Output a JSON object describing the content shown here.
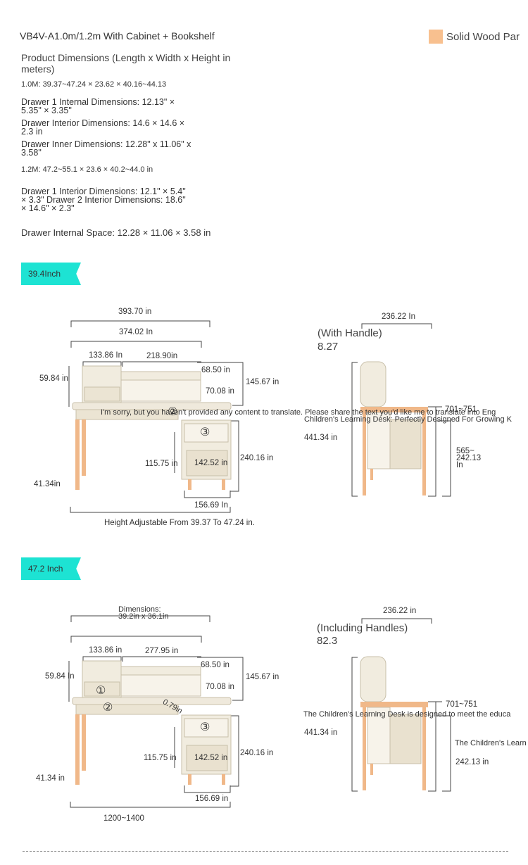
{
  "header": {
    "title": "VB4V-A1.0m/1.2m With Cabinet + Bookshelf",
    "material_label": "Solid Wood Par",
    "material_color": "#f8c08f"
  },
  "specs": {
    "heading": "Product Dimensions (Length x Width x Height in meters)",
    "line_10m": "1.0M: 39.37~47.24 × 23.62 × 40.16~44.13",
    "drawer1": "Drawer 1 Internal Dimensions: 12.13\" × 5.35\" × 3.35\"",
    "drawer_interior": "Drawer Interior Dimensions: 14.6 × 14.6 × 2.3 in",
    "drawer_inner": "Drawer Inner Dimensions: 12.28\" x 11.06\" x 3.58\"",
    "line_12m": "1.2M: 47.2~55.1 × 23.6 × 40.2~44.0 in",
    "drawer1_interior": "Drawer 1 Interior Dimensions: 12.1\" × 5.4\" × 3.3\" Drawer 2 Interior Dimensions: 18.6\" × 14.6\" × 2.3\"",
    "drawer_internal_space": "Drawer Internal Space: 12.28 × 11.06 × 3.58 in"
  },
  "section1": {
    "badge": "39.4Inch",
    "badge_color": "#1de3d3",
    "dim_total_width": "393.70 in",
    "dim_desk_width": "374.02 In",
    "dim_shelf_left": "133.86 In",
    "dim_shelf_right": "218.90in",
    "dim_shelf_h": "59.84 in",
    "dim_68": "68.50 in",
    "dim_70": "70.08 in",
    "dim_145": "145.67 in",
    "marker2": "②",
    "marker3": "③",
    "overflow1": "I'm sorry, but you haven't provided any content to translate. Please share the text you'd like me to translate into Eng",
    "overflow2": "Children's Learning Desk: Perfectly Designed For Growing K",
    "dim_115": "115.75 in",
    "dim_142": "142.52 in",
    "dim_240": "240.16 in",
    "dim_leg": "41.34in",
    "dim_156": "156.69 In",
    "caption": "Height Adjustable From 39.37 To 47.24 in.",
    "side_depth": "236.22 In",
    "side_handle_label": "(With Handle)",
    "side_handle_value": "8.27",
    "side_701": "701~751",
    "side_441": "441.34 in",
    "side_565": "565~ 242.13 In"
  },
  "section2": {
    "badge": "47.2 Inch",
    "dim_total_width": "Dimensions: 39.2in x 36.1in",
    "dim_shelf_left": "133.86 in",
    "dim_shelf_right": "277.95 in",
    "dim_shelf_h": "59.84 In",
    "dim_68": "68.50 in",
    "dim_70": "70.08 in",
    "dim_145": "145.67 in",
    "marker1": "①",
    "marker2": "②",
    "marker3": "③",
    "dim_079": "0.79in",
    "overflow1": "The Children's Learning Desk is designed to meet the educa",
    "overflow2": "The Children's Learn",
    "dim_115": "115.75 in",
    "dim_142": "142.52 in",
    "dim_240": "240.16 in",
    "dim_leg": "41.34 in",
    "dim_156": "156.69 in",
    "caption": "1200~1400",
    "side_depth": "236.22 in",
    "side_handle_label": "(Including Handles)",
    "side_handle_value": "82.3",
    "side_701": "701~751",
    "side_441": "441.34 in",
    "side_242": "242.13 in"
  },
  "colors": {
    "cream": "#f1ecdf",
    "cream_dark": "#e4dccb",
    "wood": "#f0b889",
    "line": "#444444"
  }
}
